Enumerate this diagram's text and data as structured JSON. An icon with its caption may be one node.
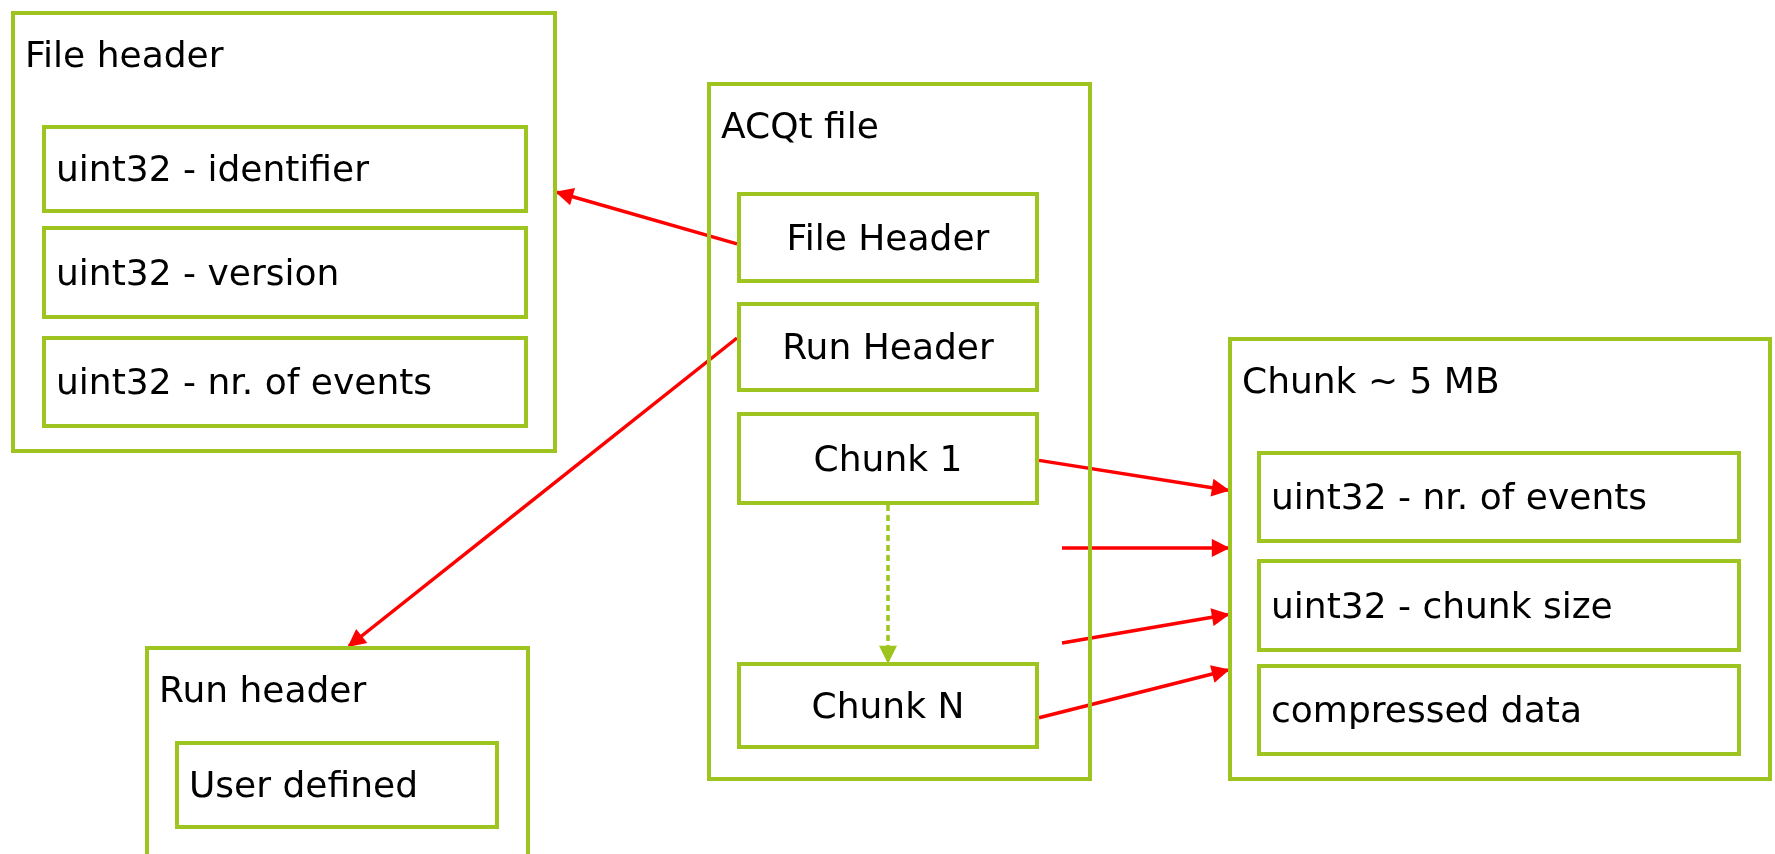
{
  "diagram": {
    "nodes": [
      {
        "text": [
          "File header"
        ]
      },
      {
        "text": [
          "uint32 - identifier"
        ],
        "in": 0
      },
      {
        "text": [
          "uint32 - version"
        ],
        "in": 0
      },
      {
        "text": [
          "uint32 - nr. of events"
        ],
        "in": 0
      },
      {
        "text": [
          "ACQt file"
        ]
      },
      {
        "text": [
          "File Header"
        ],
        "in": 4
      },
      {
        "text": [
          "Run Header"
        ],
        "in": 4
      },
      {
        "text": [
          "Chunk 1"
        ],
        "in": 4
      },
      {
        "text": [
          "Chunk N"
        ],
        "in": 4
      },
      {
        "text": [
          "Run header"
        ]
      },
      {
        "text": [
          "User defined"
        ],
        "in": 9
      },
      {
        "text": [
          "Chunk ~ 5 MB"
        ]
      },
      {
        "text": [
          "uint32 - nr. of events"
        ],
        "in": 11
      },
      {
        "text": [
          "uint32 - chunk size"
        ],
        "in": 11
      },
      {
        "text": [
          "compressed data"
        ],
        "in": 11
      }
    ],
    "edges": [
      {
        "from": 5,
        "to": 0,
        "arrow": "to",
        "color": "#ff0000"
      },
      {
        "from": 6,
        "to": 9,
        "arrow": "to",
        "color": "#ff0000"
      },
      {
        "from": 7,
        "to": 8,
        "arrow": "to",
        "style": "dashed",
        "color": "#9dc41f"
      },
      {
        "from": 7,
        "to": 11,
        "arrow": "to",
        "color": "#ff0000"
      },
      {
        "from": null,
        "to": 11,
        "arrow": "to",
        "color": "#ff0000"
      },
      {
        "from": null,
        "to": 11,
        "arrow": "to",
        "color": "#ff0000"
      },
      {
        "from": 8,
        "to": 11,
        "arrow": "to",
        "color": "#ff0000"
      }
    ]
  }
}
